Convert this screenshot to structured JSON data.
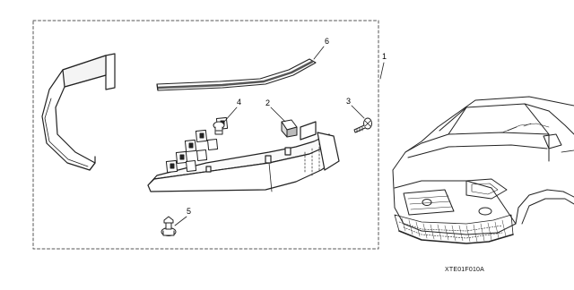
{
  "diagram": {
    "callouts": [
      "1",
      "2",
      "3",
      "4",
      "5",
      "6"
    ],
    "part_code": "XTE01F010A"
  },
  "colors": {
    "line": "#222222",
    "fill": "#ffffff",
    "shade": "#555555",
    "frame": "#555555"
  }
}
